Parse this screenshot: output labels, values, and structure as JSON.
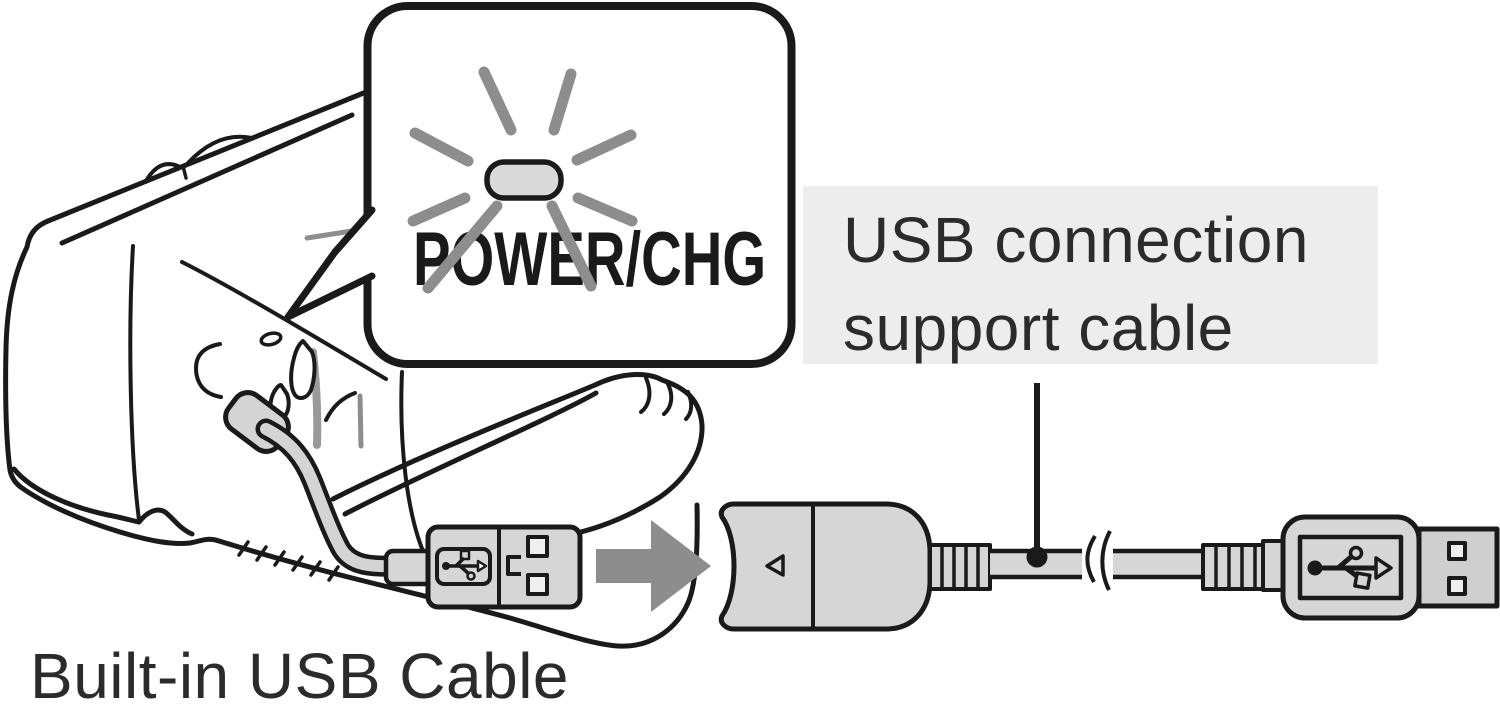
{
  "figure": {
    "type": "instruction-diagram",
    "labels": {
      "indicator": "POWER/CHG",
      "support_cable": [
        "USB connection",
        "support cable"
      ],
      "built_in_cable": "Built-in USB Cable"
    },
    "colors": {
      "outline": "#1a1a1a",
      "plastic_gray": "#d6d6d6",
      "metal_gray": "#cfcfcf",
      "arrow_gray": "#8d8d8d",
      "ray_gray": "#8d8d8d",
      "label_bg": "#ededed",
      "led_fill": "#d9d9d9",
      "cable_gray": "#d4d4d4",
      "text_dark": "#2b2b2b"
    },
    "icons": {
      "usb_trident": "USB trident logo",
      "direction_arrow": "right-pointing insert arrow",
      "cable_break": "cable continuation break marks",
      "led_rays": "blinking indicator rays",
      "callout": "speech-bubble callout"
    }
  }
}
